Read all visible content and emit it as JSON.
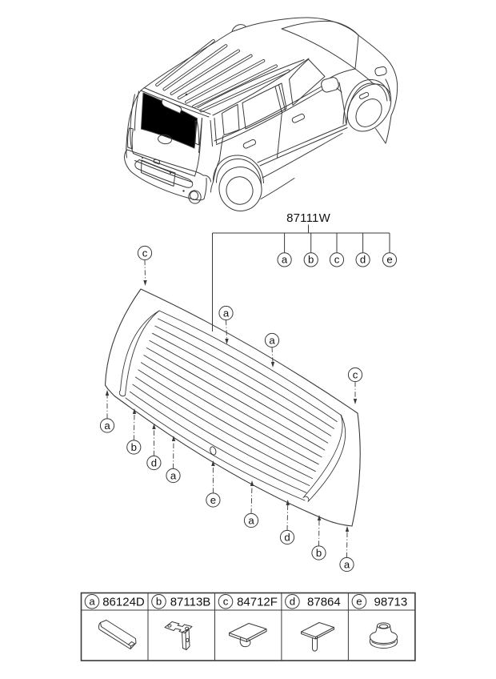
{
  "figure": {
    "part_code": "87111W"
  },
  "bracket_callouts": [
    "a",
    "b",
    "c",
    "d",
    "e"
  ],
  "glass_callouts": [
    "c",
    "a",
    "a",
    "c",
    "a",
    "b",
    "d",
    "a",
    "e",
    "a",
    "d",
    "b",
    "a"
  ],
  "legend": {
    "rows": [
      {
        "letter": "a",
        "part_number": "86124D",
        "icon": "moulding-strip-icon"
      },
      {
        "letter": "b",
        "part_number": "87113B",
        "icon": "bracket-icon"
      },
      {
        "letter": "c",
        "part_number": "84712F",
        "icon": "clip-pad-icon"
      },
      {
        "letter": "d",
        "part_number": "87864",
        "icon": "stem-clip-icon"
      },
      {
        "letter": "e",
        "part_number": "98713",
        "icon": "grommet-icon"
      }
    ]
  },
  "colors": {
    "line": "#3a3a3a",
    "text": "#111111",
    "glass_tint": "#000000",
    "background": "#ffffff"
  }
}
